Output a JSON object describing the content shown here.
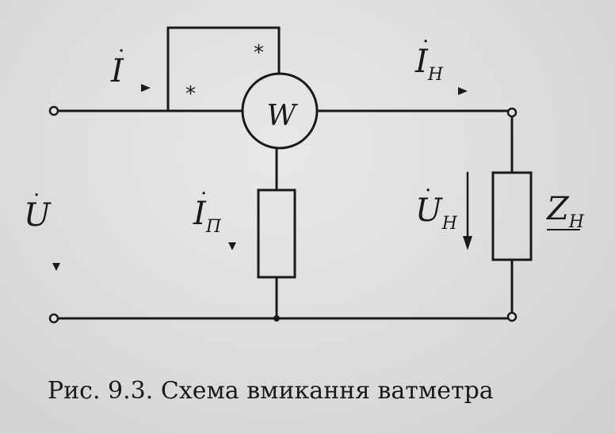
{
  "diagram": {
    "labels": {
      "current_input": "I",
      "current_load": "I",
      "current_load_sub": "Н",
      "current_parallel": "I",
      "current_parallel_sub": "П",
      "voltage_input": "U",
      "voltage_load": "U",
      "voltage_load_sub": "Н",
      "impedance_load": "Z",
      "impedance_load_sub": "Н",
      "wattmeter": "W",
      "star_marker": "*"
    },
    "caption": "Рис. 9.3. Схема вмикання ватметра"
  }
}
